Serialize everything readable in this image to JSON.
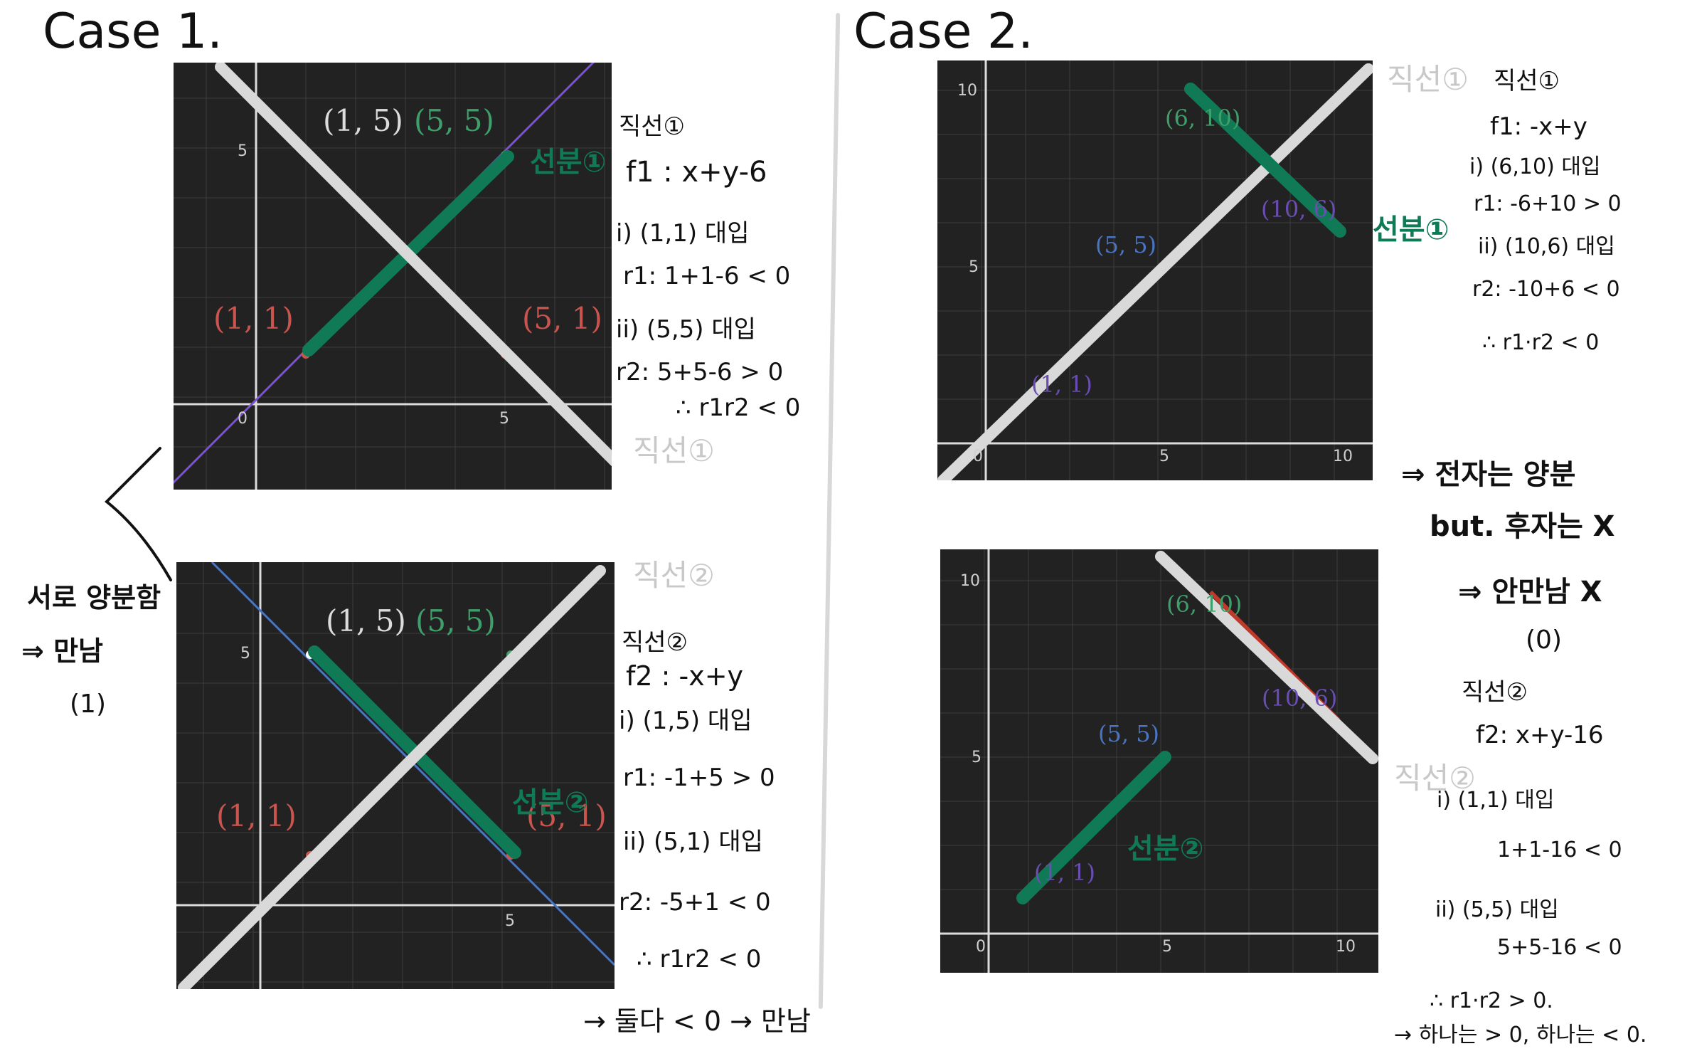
{
  "case1": {
    "title": "Case 1.",
    "panel_top": {
      "points": [
        "(1, 5)",
        "(5, 5)",
        "(1, 1)",
        "(5, 1)"
      ],
      "ticks": [
        "5",
        "5",
        "0"
      ],
      "segment_label": "선분①",
      "line_label": "직선①"
    },
    "notes_top": [
      "직선①",
      "f1 : x+y-6",
      "i) (1,1) 대입",
      "r1: 1+1-6 < 0",
      "ii) (5,5) 대입",
      "r2: 5+5-6 > 0",
      "∴ r1r2 < 0"
    ],
    "panel_bottom": {
      "points": [
        "(1, 5)",
        "(5, 5)",
        "(1, 1)",
        "(5, 1)"
      ],
      "ticks": [
        "5",
        "5"
      ],
      "segment_label": "선분②",
      "line_label": "직선②"
    },
    "notes_bottom": [
      "직선②",
      "f2 : -x+y",
      "i) (1,5) 대입",
      "r1: -1+5 > 0",
      "ii) (5,1) 대입",
      "r2: -5+1 < 0",
      "∴ r1r2 < 0"
    ],
    "footer": "→ 둘다 < 0 → 만남",
    "left_note": [
      "서로 양분함",
      "⇒ 만남",
      "(1)"
    ]
  },
  "case2": {
    "title": "Case 2.",
    "panel_top": {
      "points": [
        "(6, 10)",
        "(10, 6)",
        "(5, 5)",
        "(1, 1)"
      ],
      "ticks": [
        "10",
        "5",
        "5",
        "10",
        "0"
      ],
      "segment_label": "선분①",
      "line_label": "직선①"
    },
    "notes_top": [
      "직선①",
      "f1: -x+y",
      "i) (6,10) 대입",
      "r1: -6+10 > 0",
      "ii) (10,6) 대입",
      "r2: -10+6 < 0",
      "∴ r1·r2 < 0"
    ],
    "middle_note": [
      "⇒ 전자는 양분",
      "but. 후자는 X",
      "⇒ 안만남 X",
      "(0)"
    ],
    "panel_bottom": {
      "points": [
        "(6, 10)",
        "(10, 6)",
        "(5, 5)",
        "(1, 1)"
      ],
      "ticks": [
        "10",
        "5",
        "0",
        "5",
        "10"
      ],
      "segment_label": "선분②",
      "line_label": "직선②"
    },
    "notes_bottom": [
      "직선②",
      "f2: x+y-16",
      "i) (1,1) 대입",
      "1+1-16 < 0",
      "ii) (5,5) 대입",
      "5+5-16 < 0"
    ],
    "conclusion": [
      "∴ r1·r2 > 0.",
      "→ 하나는 > 0, 하나는 < 0."
    ]
  },
  "colors": {
    "panel_bg": "#222222",
    "grid": "#3c3c3c",
    "axis": "#dcdcdc",
    "segment": "#0f7a55",
    "cut_line": "#d9d9d9",
    "point_red": "#c9554e",
    "point_green": "#3f9f6a",
    "line_purple": "#7b52c9",
    "line_blue": "#4a74c4",
    "point_blue": "#4a74c4",
    "point_purple": "#6a4db3"
  }
}
